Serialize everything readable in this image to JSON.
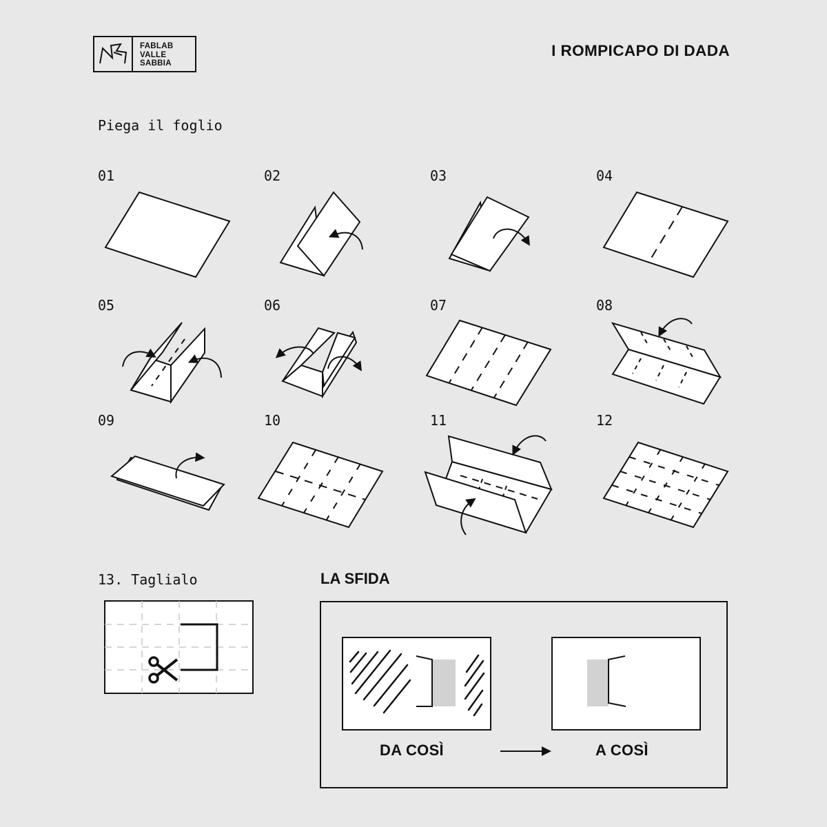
{
  "header": {
    "logo": {
      "line1": "FABLAB",
      "line2": "VALLE",
      "line3": "SABBIA"
    },
    "title": "I ROMPICAPO DI DADA"
  },
  "subtitle": "Piega il foglio",
  "steps": [
    "01",
    "02",
    "03",
    "04",
    "05",
    "06",
    "07",
    "08",
    "09",
    "10",
    "11",
    "12"
  ],
  "cut_step": "13. Taglialo",
  "challenge": {
    "title": "LA SFIDA",
    "from_label": "DA COSÌ",
    "to_label": "A COSÌ"
  },
  "colors": {
    "background": "#e8e8e8",
    "ink": "#111111",
    "shade": "#d2d2d2",
    "paper": "#ffffff"
  },
  "icons": [
    "logo-mark-icon",
    "arrow-icon",
    "scissors-icon"
  ]
}
